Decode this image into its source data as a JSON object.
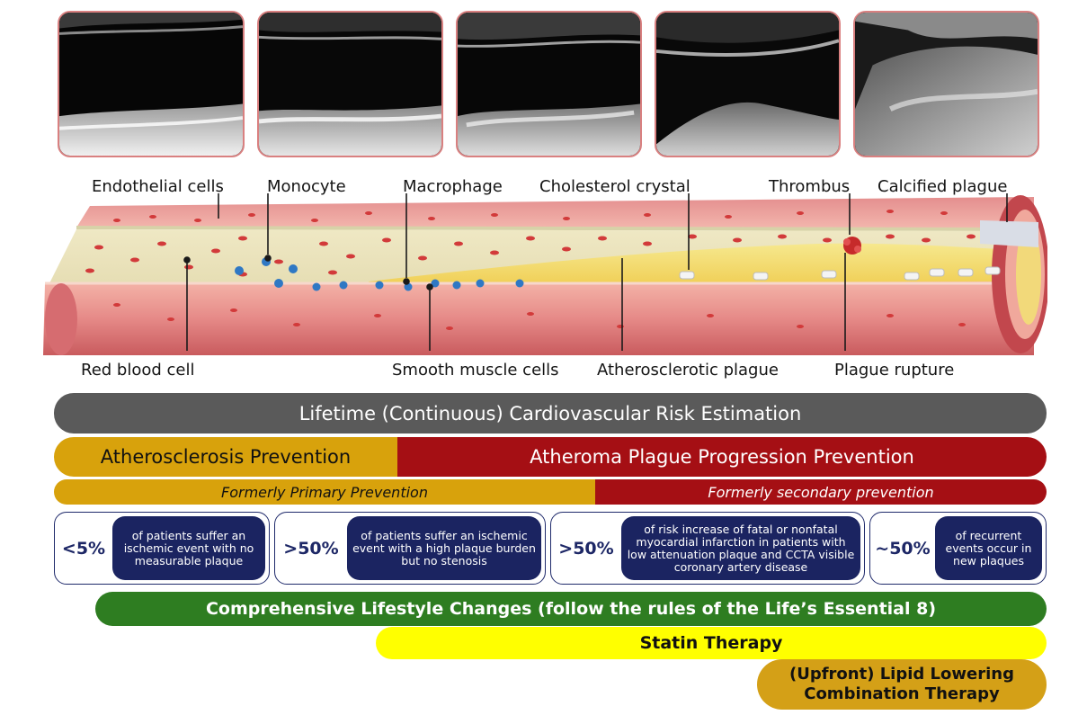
{
  "ultrasound_panels": [
    {
      "name": "normal-wall"
    },
    {
      "name": "early-thickening"
    },
    {
      "name": "fatty-streak"
    },
    {
      "name": "plaque"
    },
    {
      "name": "calcified"
    }
  ],
  "labels": {
    "endothelial": "Endothelial cells",
    "monocyte": "Monocyte",
    "macrophage": "Macrophage",
    "cholesterol": "Cholesterol crystal",
    "thrombus": "Thrombus",
    "calcified": "Calcified plague",
    "red_blood_cell": "Red blood cell",
    "smooth_muscle": "Smooth muscle cells",
    "atherosclerotic": "Atherosclerotic  plague",
    "rupture": "Plague rupture"
  },
  "bars": {
    "lifetime": "Lifetime (Continuous) Cardiovascular Risk Estimation",
    "athero_prevention": "Atherosclerosis Prevention",
    "progression_prevention": "Atheroma Plague Progression Prevention",
    "formerly_primary": "Formerly Primary Prevention",
    "formerly_secondary": "Formerly secondary prevention",
    "lifestyle": "Comprehensive Lifestyle Changes (follow the rules of  the Life’s Essential 8)",
    "statin": "Statin Therapy",
    "combination_line1": "(Upfront) Lipid Lowering",
    "combination_line2": "Combination Therapy"
  },
  "stats": [
    {
      "pct": "<5%",
      "text": "of patients suffer an ischemic event with no measurable plaque"
    },
    {
      "pct": ">50%",
      "text": "of patients suffer an ischemic event with a high plaque burden but no stenosis"
    },
    {
      "pct": ">50%",
      "text": "of risk increase of fatal or nonfatal myocardial infarction in patients with low attenuation plaque and CCTA visible coronary artery disease"
    },
    {
      "pct": "~50%",
      "text": "of recurrent events occur in new plaques"
    }
  ],
  "colors": {
    "gray_bar": "#5a5a5a",
    "gold": "#d8a20c",
    "dark_red": "#a50f14",
    "navy": "#1b2461",
    "green": "#2e7d21",
    "yellow": "#ffff00",
    "combo_gold": "#d4a017"
  }
}
